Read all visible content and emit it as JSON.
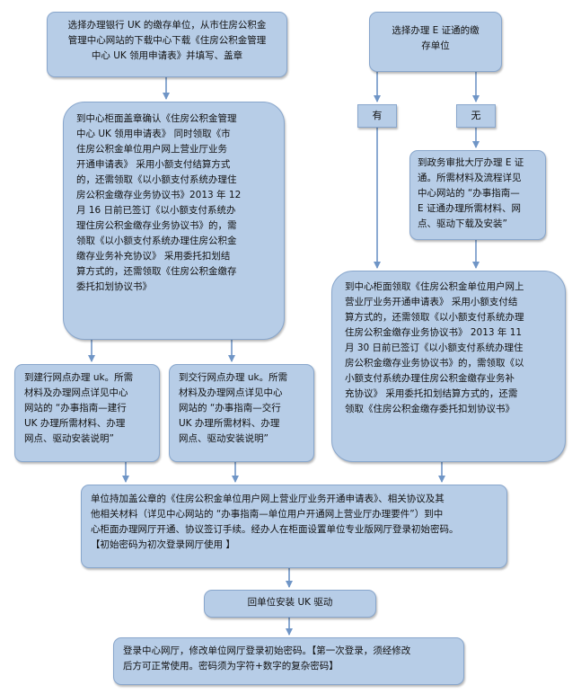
{
  "nodes": {
    "top_left": "选择办理银行 UK 的缴存单位，从市住房公积金\n管理中心网站的下载中心下载《住房公积金管理\n中心 UK 领用申请表》并填写、盖章",
    "top_right": "选择办理 E 证通的缴\n存单位",
    "label_yes": "有",
    "label_no": "无",
    "center_left": "到中心柜面盖章确认《住房公积金管理\n中心 UK 领用申请表》 同时领取《市\n住房公积金单位用户网上营业厅业务\n开通申请表》 采用小额支付结算方式\n的，还需领取《以小额支付系统办理住\n房公积金缴存业务协议书》2013 年 12\n月 16 日前已签订《以小额支付系统办\n理住房公积金缴存业务协议书》的，需\n领取《以小额支付系统办理住房公积金\n缴存业务补充协议》 采用委托扣划结\n算方式的，还需领取《住房公积金缴存\n委托扣划协议书》",
    "gov_hall": "到政务审批大厅办理 E 证\n通。所需材料及流程详见\n中心网站的 “办事指南—\nE 证通办理所需材料、网\n点、驱动下载及安装”",
    "center_right": "到中心柜面领取《住房公积金单位用户网上\n营业厅业务开通申请表》 采用小额支付结\n算方式的，还需领取《以小额支付系统办理\n住房公积金缴存业务协议书》 2013 年 11\n月 30 日前已签订《以小额支付系统办理住\n房公积金缴存业务协议书》的，需领取《以\n小额支付系统办理住房公积金缴存业务补\n充协议》 采用委托扣划结算方式的，还需\n领取《住房公积金缴存委托扣划协议书》",
    "ccb": "到建行网点办理 uk。所需\n材料及办理网点详见中心\n网站的 “办事指南—建行\nUK 办理所需材料、办理\n网点、驱动安装说明”",
    "bocom": "到交行网点办理 uk。所需\n材料及办理网点详见中心\n网站的 “办事指南—交行\nUK 办理所需材料、办理\n网点、驱动安装说明”",
    "submit": "单位持加盖公章的《住房公积金单位用户网上营业厅业务开通申请表》、相关协议及其\n他相关材料（详见中心网站的 “办事指南—单位用户开通网上营业厅办理要件”）到中\n心柜面办理网厅开通、协议签订手续。经办人在柜面设置单位专业版网厅登录初始密码。\n【初始密码为初次登录网厅使用 】",
    "install": "回单位安装 UK 驱动",
    "login": "登录中心网厅，修改单位网厅登录初始密码。【第一次登录，须经修改\n后方可正常使用。密码须为字符+数字的复杂密码】"
  }
}
